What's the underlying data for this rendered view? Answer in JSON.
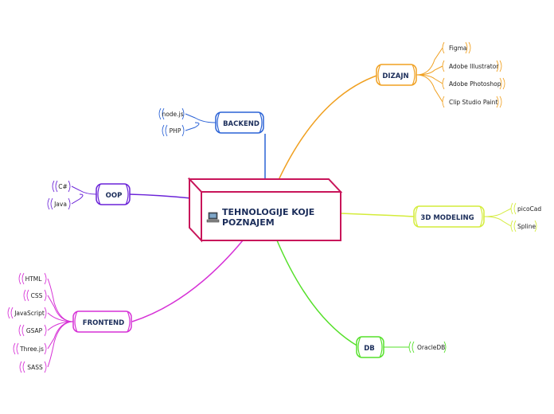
{
  "central": {
    "title_line1": "TEHNOLOGIJE KOJE",
    "title_line2": "POZNAJEM",
    "icon": "computer-icon",
    "color": "#c8155a"
  },
  "branches": [
    {
      "id": "backend",
      "label": "BACKEND",
      "color": "#2a62d6",
      "children": [
        "node.js",
        "PHP"
      ]
    },
    {
      "id": "oop",
      "label": "OOP",
      "color": "#6a22d8",
      "children": [
        "C#",
        "Java"
      ]
    },
    {
      "id": "frontend",
      "label": "FRONTEND",
      "color": "#d631d6",
      "children": [
        "HTML",
        "CSS",
        "JavaScript",
        "GSAP",
        "Three.js",
        "SASS"
      ]
    },
    {
      "id": "dizajn",
      "label": "DIZAJN",
      "color": "#f0a020",
      "children": [
        "Figma",
        "Adobe Illustrator",
        "Adobe Photoshop",
        "Clip Studio Paint"
      ]
    },
    {
      "id": "3d-modeling",
      "label": "3D MODELING",
      "color": "#d4ec3a",
      "children": [
        "picoCad",
        "Spline"
      ]
    },
    {
      "id": "db",
      "label": "DB",
      "color": "#55e02a",
      "children": [
        "OracleDB"
      ]
    }
  ]
}
